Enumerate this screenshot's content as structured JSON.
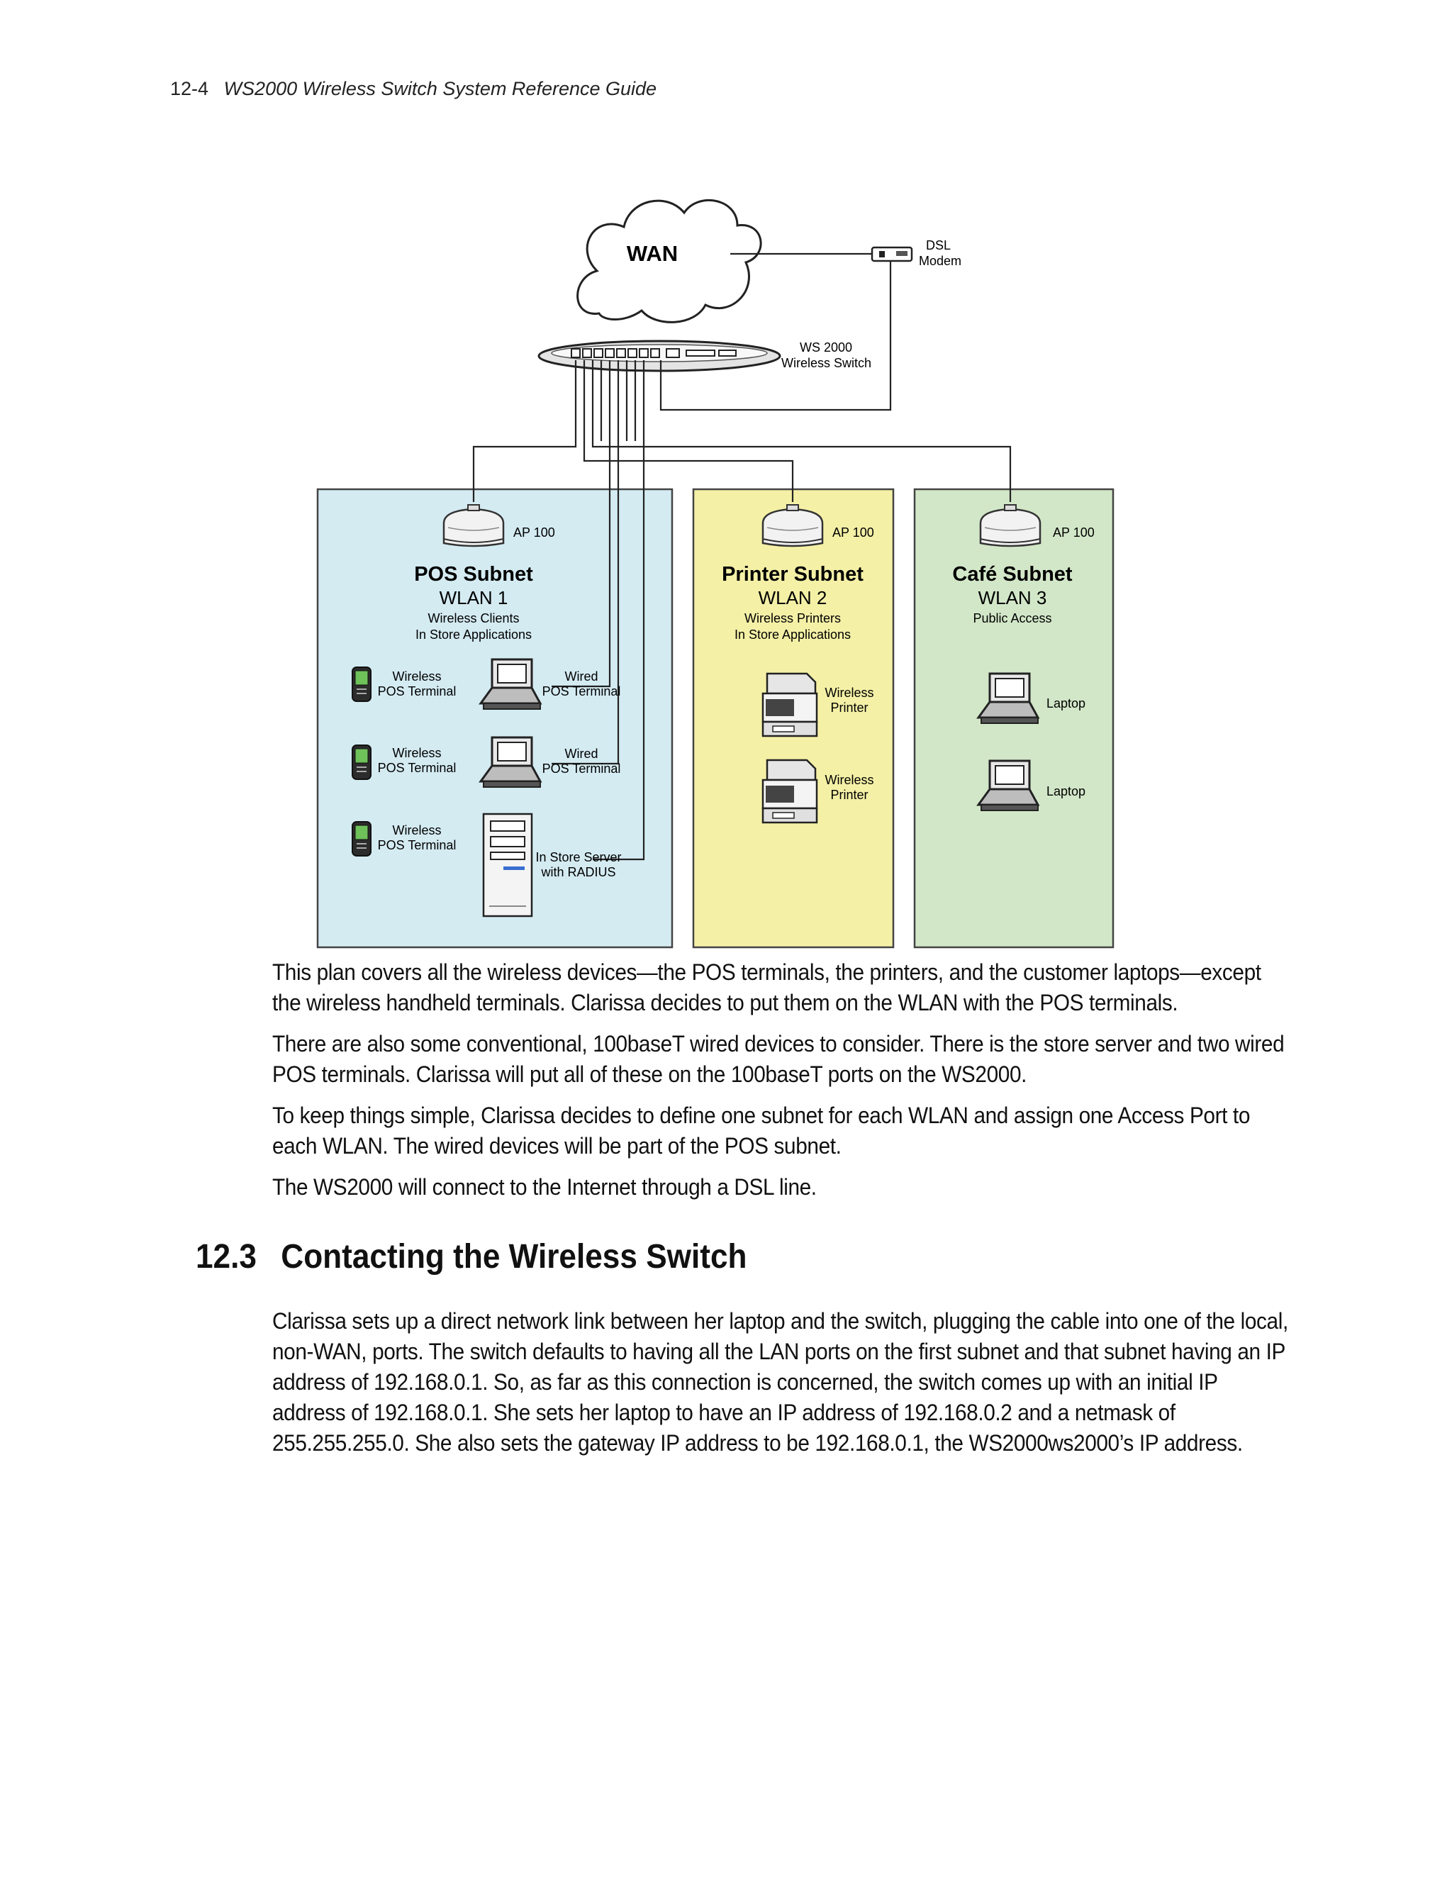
{
  "header": {
    "page_number": "12-4",
    "guide_title": "WS2000 Wireless Switch System Reference Guide"
  },
  "diagram": {
    "wan_label": "WAN",
    "dsl_modem": [
      "DSL",
      "Modem"
    ],
    "switch_label": [
      "WS 2000",
      "Wireless Switch"
    ],
    "ap_label": "AP 100",
    "pos_subnet": {
      "title": "POS Subnet",
      "wlan": "WLAN 1",
      "desc": [
        "Wireless Clients",
        "In Store Applications"
      ],
      "wireless_terminal": [
        "Wireless",
        "POS Terminal"
      ],
      "wired_terminal": [
        "Wired",
        "POS Terminal"
      ],
      "server": [
        "In Store Server",
        "with RADIUS"
      ]
    },
    "printer_subnet": {
      "title": "Printer Subnet",
      "wlan": "WLAN 2",
      "desc": [
        "Wireless Printers",
        "In Store Applications"
      ],
      "printer": [
        "Wireless",
        "Printer"
      ]
    },
    "cafe_subnet": {
      "title": "Café Subnet",
      "wlan": "WLAN 3",
      "desc": [
        "Public Access"
      ],
      "laptop": "Laptop"
    },
    "colors": {
      "pos_fill": "#d4ebf2",
      "printer_fill": "#f4f0a6",
      "cafe_fill": "#d2e7c8"
    }
  },
  "paragraphs": [
    "This plan covers all the wireless devices—the POS terminals, the printers, and the customer laptops—except the wireless handheld terminals. Clarissa decides to put them on the WLAN with the POS terminals.",
    "There are also some conventional, 100baseT wired devices to consider. There is the store server and two wired POS terminals. Clarissa will put all of these on the 100baseT ports on the WS2000.",
    "To keep things simple, Clarissa decides to define one subnet for each WLAN and assign one Access Port to each WLAN. The wired devices will be part of the POS subnet.",
    "The WS2000 will connect to the Internet through a DSL line."
  ],
  "section": {
    "number": "12.3",
    "title": "Contacting the Wireless Switch",
    "paragraph": "Clarissa sets up a direct network link between her laptop and the switch, plugging the cable into one of the local, non-WAN, ports. The switch defaults to having all the LAN ports on the first subnet and that subnet having an IP address of 192.168.0.1. So, as far as this connection is concerned, the switch comes up with an initial IP address of 192.168.0.1. She sets her laptop to have an IP address of 192.168.0.2 and a netmask of 255.255.255.0. She also sets the gateway IP address to be 192.168.0.1, the WS2000ws2000’s IP address."
  }
}
